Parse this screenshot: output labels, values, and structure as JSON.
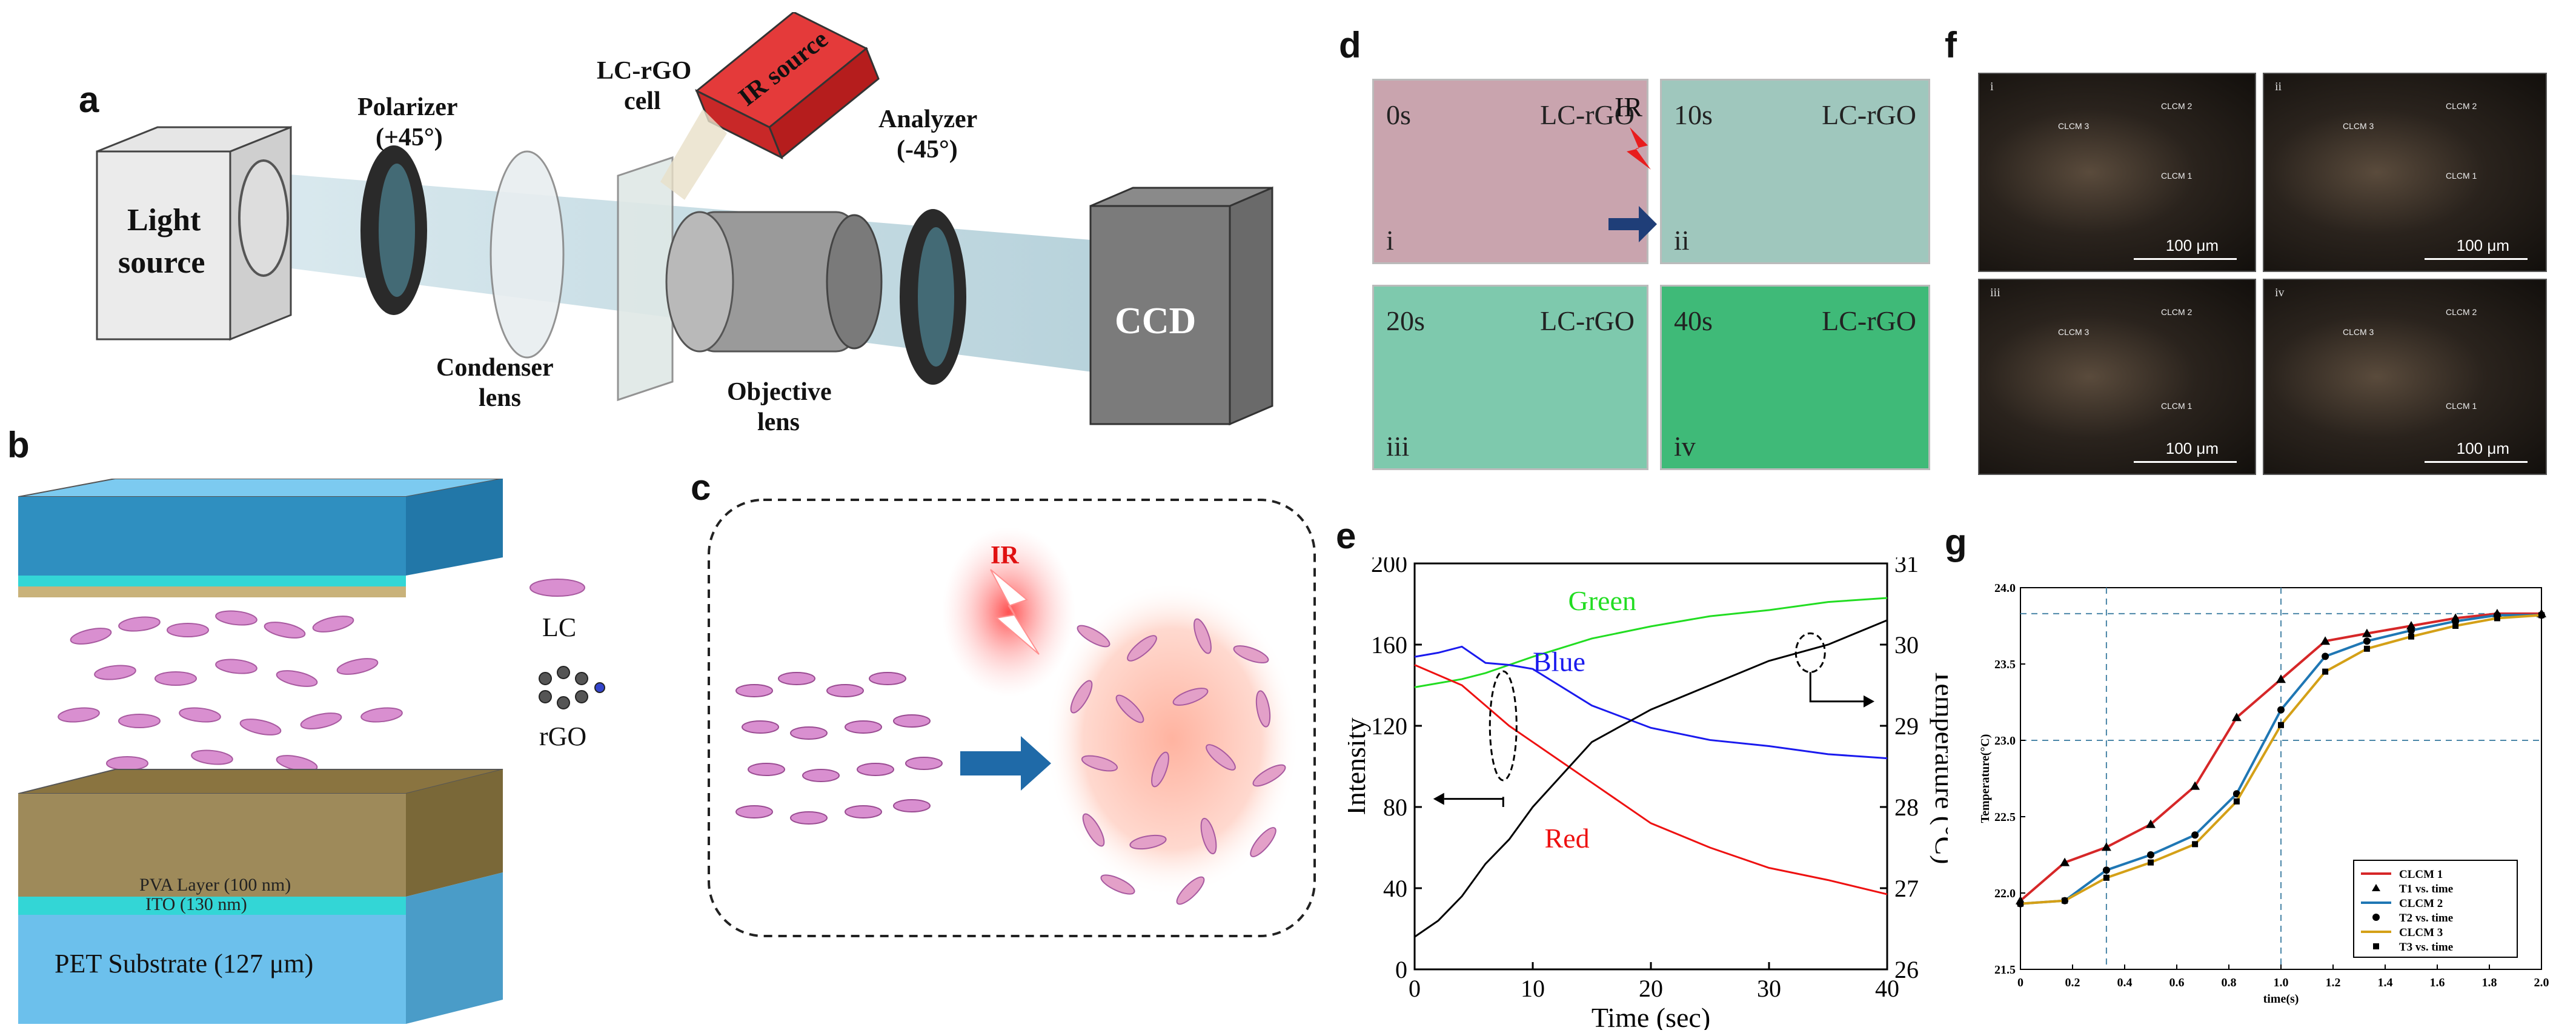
{
  "panel_labels": {
    "a": "a",
    "b": "b",
    "c": "c",
    "d": "d",
    "e": "e",
    "f": "f",
    "g": "g"
  },
  "panel_a": {
    "light_source": [
      "Light",
      "source"
    ],
    "polarizer": [
      "Polarizer",
      "(+45°)"
    ],
    "lc_cell": [
      "LC-rGO",
      "cell"
    ],
    "ir_source": "IR source",
    "analyzer": [
      "Analyzer",
      "(-45°)"
    ],
    "condenser": [
      "Condenser",
      "lens"
    ],
    "objective": [
      "Objective",
      "lens"
    ],
    "ccd": "CCD"
  },
  "panel_b": {
    "pva": "PVA Layer (100 nm)",
    "ito": "ITO (130 nm)",
    "pet": "PET Substrate (127  μm)",
    "legend_lc": "LC",
    "legend_rgo": "rGO",
    "colors": {
      "blue": "#5bb6ea",
      "cyan": "#33d6d6",
      "gold": "#9e8a5a",
      "lc": "#d98fd0"
    }
  },
  "panel_c": {
    "ir": "IR"
  },
  "panel_d": {
    "images": [
      {
        "time": "0s",
        "label": "LC-rGO",
        "roman": "i",
        "color": "#c9a4ae"
      },
      {
        "time": "10s",
        "label": "LC-rGO",
        "roman": "ii",
        "color": "#9fc7bd"
      },
      {
        "time": "20s",
        "label": "LC-rGO",
        "roman": "iii",
        "color": "#7ec9ad"
      },
      {
        "time": "40s",
        "label": "LC-rGO",
        "roman": "iv",
        "color": "#3fba78"
      }
    ],
    "ir": "IR"
  },
  "panel_e": {
    "chart_data": {
      "type": "line",
      "xlabel": "Time (sec)",
      "ylabel": "Intensity",
      "y2label": "Temperature (°C)",
      "xlim": [
        0,
        40
      ],
      "ylim": [
        0,
        200
      ],
      "y2lim": [
        26,
        31
      ],
      "xticks": [
        "0",
        "10",
        "20",
        "30",
        "40"
      ],
      "yticks": [
        "0",
        "40",
        "80",
        "120",
        "160",
        "200"
      ],
      "y2ticks": [
        "26",
        "27",
        "28",
        "29",
        "30",
        "31"
      ],
      "series": [
        {
          "name": "Green",
          "color": "#22dd22",
          "axis": "left",
          "x": [
            0,
            2,
            4,
            6,
            8,
            10,
            15,
            20,
            25,
            30,
            35,
            40
          ],
          "y": [
            139,
            141,
            143,
            146,
            150,
            154,
            163,
            169,
            174,
            177,
            181,
            183
          ]
        },
        {
          "name": "Blue",
          "color": "#1a1aee",
          "axis": "left",
          "x": [
            0,
            2,
            4,
            6,
            8,
            10,
            15,
            20,
            25,
            30,
            35,
            40
          ],
          "y": [
            154,
            156,
            159,
            151,
            150,
            148,
            130,
            119,
            113,
            110,
            106,
            104
          ]
        },
        {
          "name": "Red",
          "color": "#ee1111",
          "axis": "left",
          "x": [
            0,
            2,
            4,
            6,
            8,
            10,
            15,
            20,
            25,
            30,
            35,
            40
          ],
          "y": [
            150,
            145,
            140,
            130,
            120,
            112,
            92,
            72,
            60,
            50,
            44,
            37
          ]
        },
        {
          "name": "",
          "color": "#000000",
          "axis": "right",
          "x": [
            0,
            2,
            4,
            6,
            8,
            10,
            15,
            20,
            25,
            30,
            35,
            40
          ],
          "y": [
            26.4,
            26.6,
            26.9,
            27.3,
            27.6,
            28.0,
            28.8,
            29.2,
            29.5,
            29.8,
            30.0,
            30.3
          ]
        }
      ]
    }
  },
  "panel_f": {
    "images": [
      {
        "roman": "i",
        "scale": "100 μm"
      },
      {
        "roman": "ii",
        "scale": "100 μm"
      },
      {
        "roman": "iii",
        "scale": "100 μm"
      },
      {
        "roman": "iv",
        "scale": "100 μm"
      }
    ],
    "labels": [
      "CLCM 1",
      "CLCM 2",
      "CLCM 3"
    ]
  },
  "panel_g": {
    "chart_data": {
      "type": "line",
      "xlabel": "time(s)",
      "ylabel": "Temperature(°C)",
      "xlim": [
        0,
        2.0
      ],
      "ylim": [
        21.5,
        24.0
      ],
      "xticks": [
        "0",
        "0.2",
        "0.4",
        "0.6",
        "0.8",
        "1.0",
        "1.2",
        "1.4",
        "1.6",
        "1.8",
        "2.0"
      ],
      "yticks": [
        "21.5",
        "22.0",
        "22.5",
        "23.0",
        "23.5",
        "24.0"
      ],
      "series": [
        {
          "name": "CLCM 1",
          "color": "#d62728",
          "marker": "triangle",
          "x": [
            0,
            0.17,
            0.33,
            0.5,
            0.67,
            0.83,
            1.0,
            1.17,
            1.33,
            1.5,
            1.67,
            1.83,
            2.0
          ],
          "y": [
            21.95,
            22.2,
            22.3,
            22.45,
            22.7,
            23.15,
            23.4,
            23.65,
            23.7,
            23.75,
            23.8,
            23.83,
            23.83
          ]
        },
        {
          "name": "CLCM 2",
          "color": "#1f77b4",
          "marker": "circle",
          "x": [
            0,
            0.17,
            0.33,
            0.5,
            0.67,
            0.83,
            1.0,
            1.17,
            1.33,
            1.5,
            1.67,
            1.83,
            2.0
          ],
          "y": [
            21.93,
            21.95,
            22.15,
            22.25,
            22.38,
            22.65,
            23.2,
            23.55,
            23.65,
            23.72,
            23.78,
            23.82,
            23.82
          ]
        },
        {
          "name": "CLCM 3",
          "color": "#d4a017",
          "marker": "square",
          "x": [
            0,
            0.17,
            0.33,
            0.5,
            0.67,
            0.83,
            1.0,
            1.17,
            1.33,
            1.5,
            1.67,
            1.83,
            2.0
          ],
          "y": [
            21.93,
            21.95,
            22.1,
            22.2,
            22.32,
            22.6,
            23.1,
            23.45,
            23.6,
            23.68,
            23.75,
            23.8,
            23.82
          ]
        }
      ],
      "legend": [
        "CLCM 1",
        "T1 vs. time",
        "CLCM 2",
        "T2 vs. time",
        "CLCM 3",
        "T3 vs. time"
      ]
    }
  }
}
